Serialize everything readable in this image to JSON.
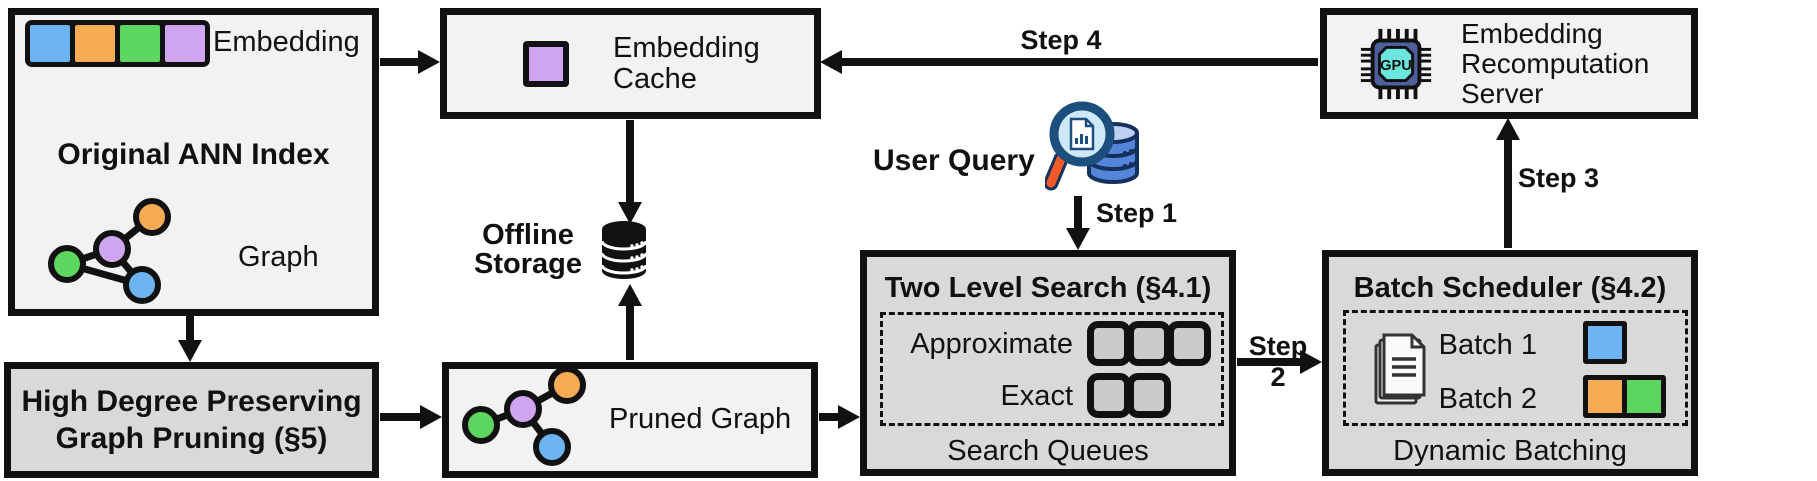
{
  "colors": {
    "blue": "#6db4f2",
    "orange": "#f7ab55",
    "green": "#5cd65f",
    "purple": "#d0a5f0",
    "box-light": "#f2f2f2",
    "box-dark": "#d9d9d9",
    "queue-fill": "#cbcbcb",
    "gpu-body": "#4f5f9e",
    "gpu-screen": "#6ce5dc",
    "db-blue": "#5585d9",
    "db-light": "#bcd0f2",
    "db-dark": "#16305e",
    "magnifier-rim": "#1c4e7e",
    "magnifier-lens": "#cfe8f8",
    "magnifier-handle": "#f05a28",
    "doc-stroke": "#333333"
  },
  "boxes": {
    "original": {
      "embedding_label": "Embedding",
      "title": "Original ANN Index",
      "graph_label": "Graph"
    },
    "pruning": {
      "line1": "High Degree Preserving",
      "line2": "Graph Pruning (§5)"
    },
    "cache": {
      "line1": "Embedding",
      "line2": "Cache"
    },
    "storage": {
      "line1": "Offline",
      "line2": "Storage"
    },
    "pruned": {
      "label": "Pruned Graph"
    },
    "search": {
      "title": "Two Level Search (§4.1)",
      "approximate_label": "Approximate",
      "exact_label": "Exact",
      "footer": "Search Queues",
      "approximate_queue_slots": 3,
      "exact_queue_slots": 2
    },
    "batch": {
      "title": "Batch Scheduler (§4.2)",
      "batch1_label": "Batch 1",
      "batch2_label": "Batch 2",
      "footer": "Dynamic Batching",
      "batch1_colors": [
        "blue"
      ],
      "batch2_colors": [
        "orange",
        "green"
      ]
    },
    "server": {
      "line1": "Embedding",
      "line2": "Recomputation",
      "line3": "Server",
      "chip_label": "GPU"
    }
  },
  "flow": {
    "user_query": "User Query",
    "steps": [
      "Step 1",
      "Step 2",
      "Step 3",
      "Step 4"
    ]
  },
  "icons": {
    "embedding-vector-icon": "strip of 4 colored squares (blue, orange, green, purple)",
    "graph-icon": "4-node colored graph with 4 edges",
    "pruned-graph-icon": "4-node colored tree graph with 3 edges",
    "cached-embedding-icon": "purple square with black frame",
    "database-icon": "black stacked cylinders",
    "query-search-icon": "magnifying glass with document over blue database stack",
    "gpu-chip-icon": "navy chip with pins and cyan GPU screen",
    "documents-icon": "stacked pages with folded corner and text lines",
    "queue-slot-icon": "rounded gray square slot"
  }
}
